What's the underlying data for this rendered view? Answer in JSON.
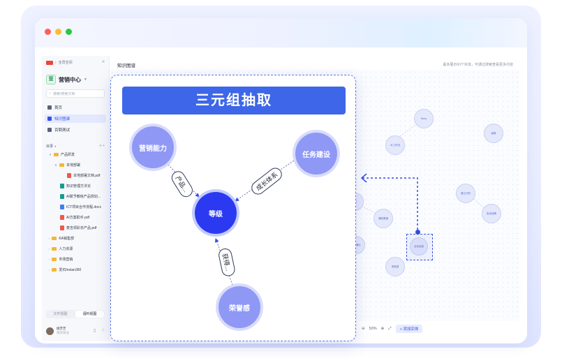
{
  "sidebar": {
    "breadcrumb": "全员空间",
    "space_name": "营销中心",
    "space_badge": "营",
    "search_placeholder": "搜索/搜索文档",
    "nav": [
      {
        "label": "首页"
      },
      {
        "label": "知识图谱"
      },
      {
        "label": "百問測试"
      }
    ],
    "dir_label": "目录",
    "tree": [
      {
        "label": "产品研发"
      },
      {
        "label": "本地部署"
      },
      {
        "label": "本地部署文档.pdf"
      },
      {
        "label": "知识管理方法论"
      },
      {
        "label": "AI赋予教练产品规划..."
      },
      {
        "label": "ICT项目合作流程.docx"
      },
      {
        "label": "AI方案助手.pdf"
      },
      {
        "label": "麦吉领彩衣产品.pdf"
      },
      {
        "label": "KA销售部"
      },
      {
        "label": "人力资源"
      },
      {
        "label": "市场营销"
      },
      {
        "label": "爱石Instan360"
      }
    ],
    "tabs": [
      "文件视图",
      "语料视图"
    ],
    "user_name": "桃芳芳",
    "user_sub": "海天味业"
  },
  "main": {
    "title": "知识图谱",
    "hint": "最多展示60个实体，可通过搜索查看更多内容",
    "zoom": "53%",
    "add_entity": "+ 添加实体",
    "graph_nodes": [
      "Story",
      "AI工作流",
      "画像",
      "建立分析",
      "投诉品牌",
      "通知渠道",
      "用户",
      "成就感",
      "活动进度",
      "转化漏斗"
    ]
  },
  "overlay": {
    "title": "三元组抽取",
    "nodes": {
      "top_left": "营销能力",
      "top_right": "任务建设",
      "center": "等级",
      "bottom": "荣誉感"
    },
    "edges": {
      "left": "产品...",
      "right": "成长体系",
      "bottom": "获得..."
    }
  }
}
